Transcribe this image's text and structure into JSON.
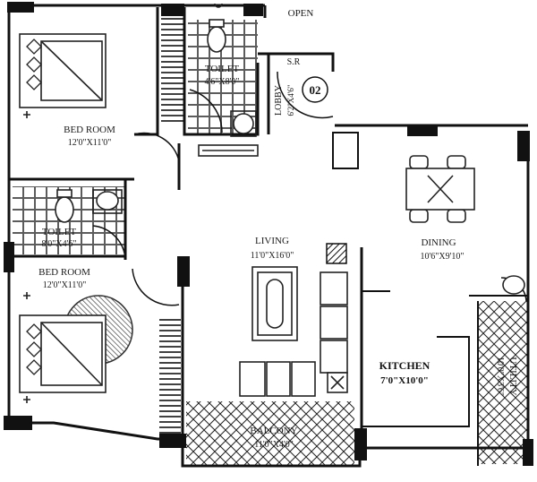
{
  "rooms": {
    "bed1": {
      "name": "BED ROOM",
      "size": "12'0\"X11'0\""
    },
    "toilet1": {
      "name": "TOILET",
      "size": "4'6\"X8'0\""
    },
    "open": {
      "name": "OPEN"
    },
    "sr": {
      "name": "S.R"
    },
    "lobby": {
      "name": "LOBBY",
      "size": "6'2\"X4'6\""
    },
    "unit": {
      "number": "02"
    },
    "toilet2": {
      "name": "TOILET",
      "size": "8'0\"X4'6\""
    },
    "bed2": {
      "name": "BED ROOM",
      "size": "12'0\"X11'0\""
    },
    "living": {
      "name": "LIVING",
      "size": "11'0\"X16'0\""
    },
    "dining": {
      "name": "DINING",
      "size": "10'6\"X9'10\""
    },
    "kitchen": {
      "name": "KITCHEN",
      "size": "7'0\"X10'0\""
    },
    "utility": {
      "name": "UTILITY",
      "size": "10'0\"X3'6\""
    },
    "balcony": {
      "name": "BALCONY",
      "size": "11'0\"X4'0\""
    }
  }
}
